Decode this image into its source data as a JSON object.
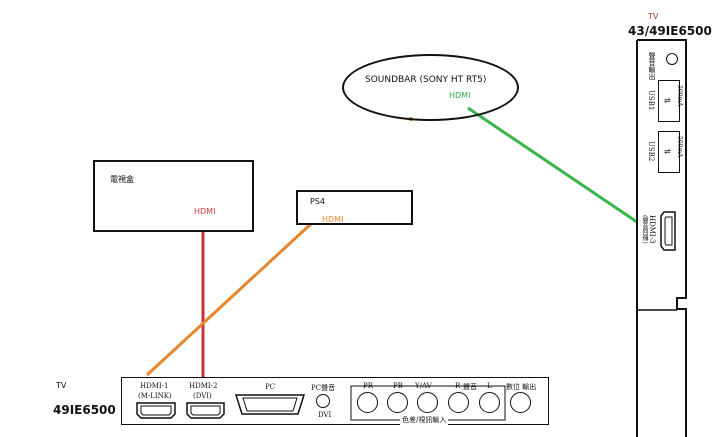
{
  "colors": {
    "line_red": "#c8323a",
    "line_orange": "#e8862e",
    "line_green": "#3ab54a",
    "text_red": "#d13a3a",
    "text_orange": "#e08a2c",
    "text_green": "#2fa84a",
    "stroke": "#111111"
  },
  "soundbar": {
    "label": "SOUNDBAR  (SONY HT RT5)",
    "port_label": "HDMI"
  },
  "settop_box": {
    "label": "電視盒",
    "port_label": "HDMI"
  },
  "ps4": {
    "label": "PS4",
    "port_label": "HDMI"
  },
  "tv_side": {
    "prefix": "TV",
    "model": "43/49IE6500",
    "headphone_label": "聲音輸出",
    "usb1_label": "USB1",
    "usb1_current": "500mA",
    "usb2_label": "USB2",
    "usb2_current": "500mA",
    "hdmi3_label": "HDMI-3",
    "hdmi3_sub": "(聲音回傳)"
  },
  "tv_back": {
    "prefix": "TV",
    "model": "49IE6500",
    "hdmi1_label": "HDMI-1",
    "hdmi1_sub": "(M-LINK)",
    "hdmi2_label": "HDMI-2",
    "hdmi2_sub": "(DVI)",
    "pc_label": "PC",
    "pc_audio_label": "PC聲音",
    "dvi_label": "DVI",
    "pr_label": "PR",
    "pb_label": "PB",
    "yav_label": "Y/AV",
    "r_label": "R",
    "audio_label": "聲音",
    "l_label": "L",
    "digital_out_label": "數位  輸出",
    "component_label": "色差/視訊輸入"
  }
}
